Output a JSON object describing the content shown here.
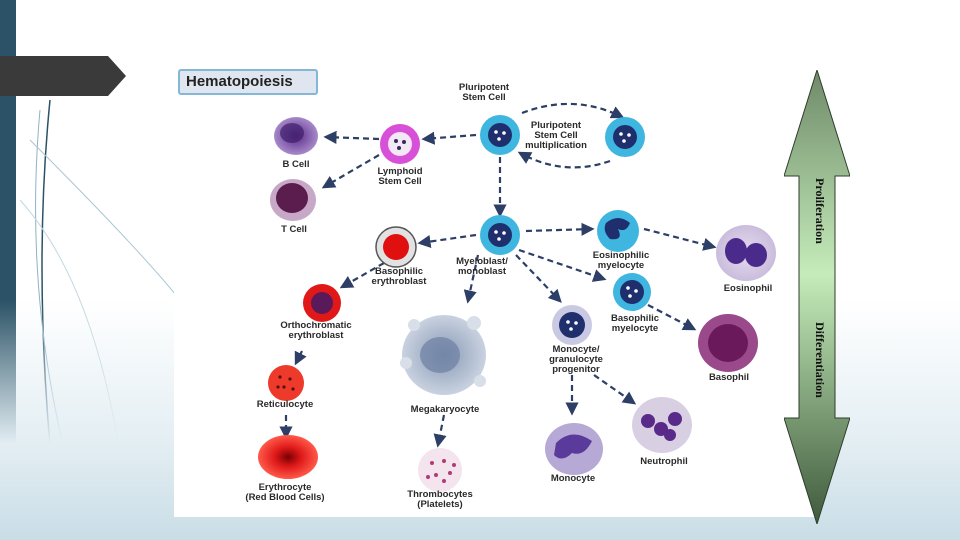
{
  "title": "Hematopoiesis",
  "cells": {
    "pluripotent": "Pluripotent\nStem Cell",
    "multiplication": "Pluripotent\nStem Cell\nmultiplication",
    "b_cell": "B Cell",
    "t_cell": "T Cell",
    "lymphoid": "Lymphoid\nStem Cell",
    "basophilic_erythroblast": "Basophilic\nerythroblast",
    "myeloblast": "Myeloblast/\nmonoblast",
    "eosinophilic_myelocyte": "Eosinophilic\nmyelocyte",
    "eosinophil": "Eosinophil",
    "orthochromatic": "Orthochromatic\nerythroblast",
    "basophilic_myelocyte": "Basophilic\nmyelocyte",
    "basophil": "Basophil",
    "monocyte_progenitor": "Monocyte/\ngranulocyte\nprogenitor",
    "reticulocyte": "Reticulocyte",
    "megakaryocyte": "Megakaryocyte",
    "monocyte": "Monocyte",
    "neutrophil": "Neutrophil",
    "erythrocyte": "Erythrocyte\n(Red Blood Cells)",
    "thrombocytes": "Thrombocytes\n(Platelets)"
  },
  "axis": {
    "proliferation": "Proliferation",
    "differentiation": "Differentiation"
  },
  "colors": {
    "sidebar": "#2b5266",
    "stem_ring": "#3fb6e0",
    "lymphoid_ring": "#d84fd8",
    "arrow": "#2d3f66",
    "double_arrow_top": "#b9e6b0",
    "double_arrow_bottom": "#556b50"
  }
}
